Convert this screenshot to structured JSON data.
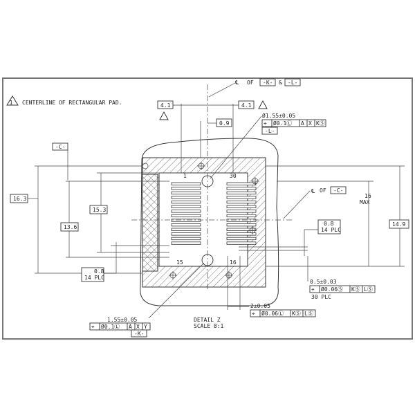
{
  "note": {
    "symbol": "1",
    "text": "CENTERLINE OF RECTANGULAR PAD."
  },
  "centerline_callout": {
    "prefix": "OF",
    "datum_k": "-K-",
    "and": "&",
    "datum_l": "-L-"
  },
  "datum_c": "-C-",
  "centerline_c": {
    "prefix": "OF",
    "datum": "-C-"
  },
  "dims": {
    "pitch_left": "4.1",
    "pitch_right": "4.1",
    "offset": "0.9",
    "height_outer": "16.3",
    "height_mid": "15.3",
    "height_inner": "13.6",
    "width_right": "14.9",
    "max_height": "16",
    "max_label": "MAX",
    "pad_w_left": "0.8",
    "pad_count_left": "14 PLC",
    "pad_w_right": "0.8",
    "pad_count_right": "14 PLC",
    "pad_width": "0.5±0.03",
    "pad_count": "30 PLC",
    "pad_length": "2±0.05"
  },
  "hole_l": {
    "size": "Ø1.55±0.05",
    "fcf": [
      "⌖",
      "Ø0.1Ⓛ",
      "A",
      "X",
      "KⓈ"
    ],
    "datum": "-L-"
  },
  "hole_k": {
    "size": "1.55±0.05",
    "fcf": [
      "⌖",
      "Ø0.1Ⓛ",
      "A",
      "X",
      "Y"
    ],
    "datum": "-K-"
  },
  "pad_fcf": [
    "⌖",
    "Ø0.06Ⓢ",
    "KⓈ",
    "LⓈ"
  ],
  "length_fcf": [
    "⌖",
    "Ø0.06Ⓛ",
    "KⓈ",
    "LⓈ"
  ],
  "pin_labels": {
    "p1": "1",
    "p30": "30",
    "p15": "15",
    "p16": "16"
  },
  "detail": {
    "title": "DETAIL  Z",
    "scale": "SCALE  8:1"
  }
}
